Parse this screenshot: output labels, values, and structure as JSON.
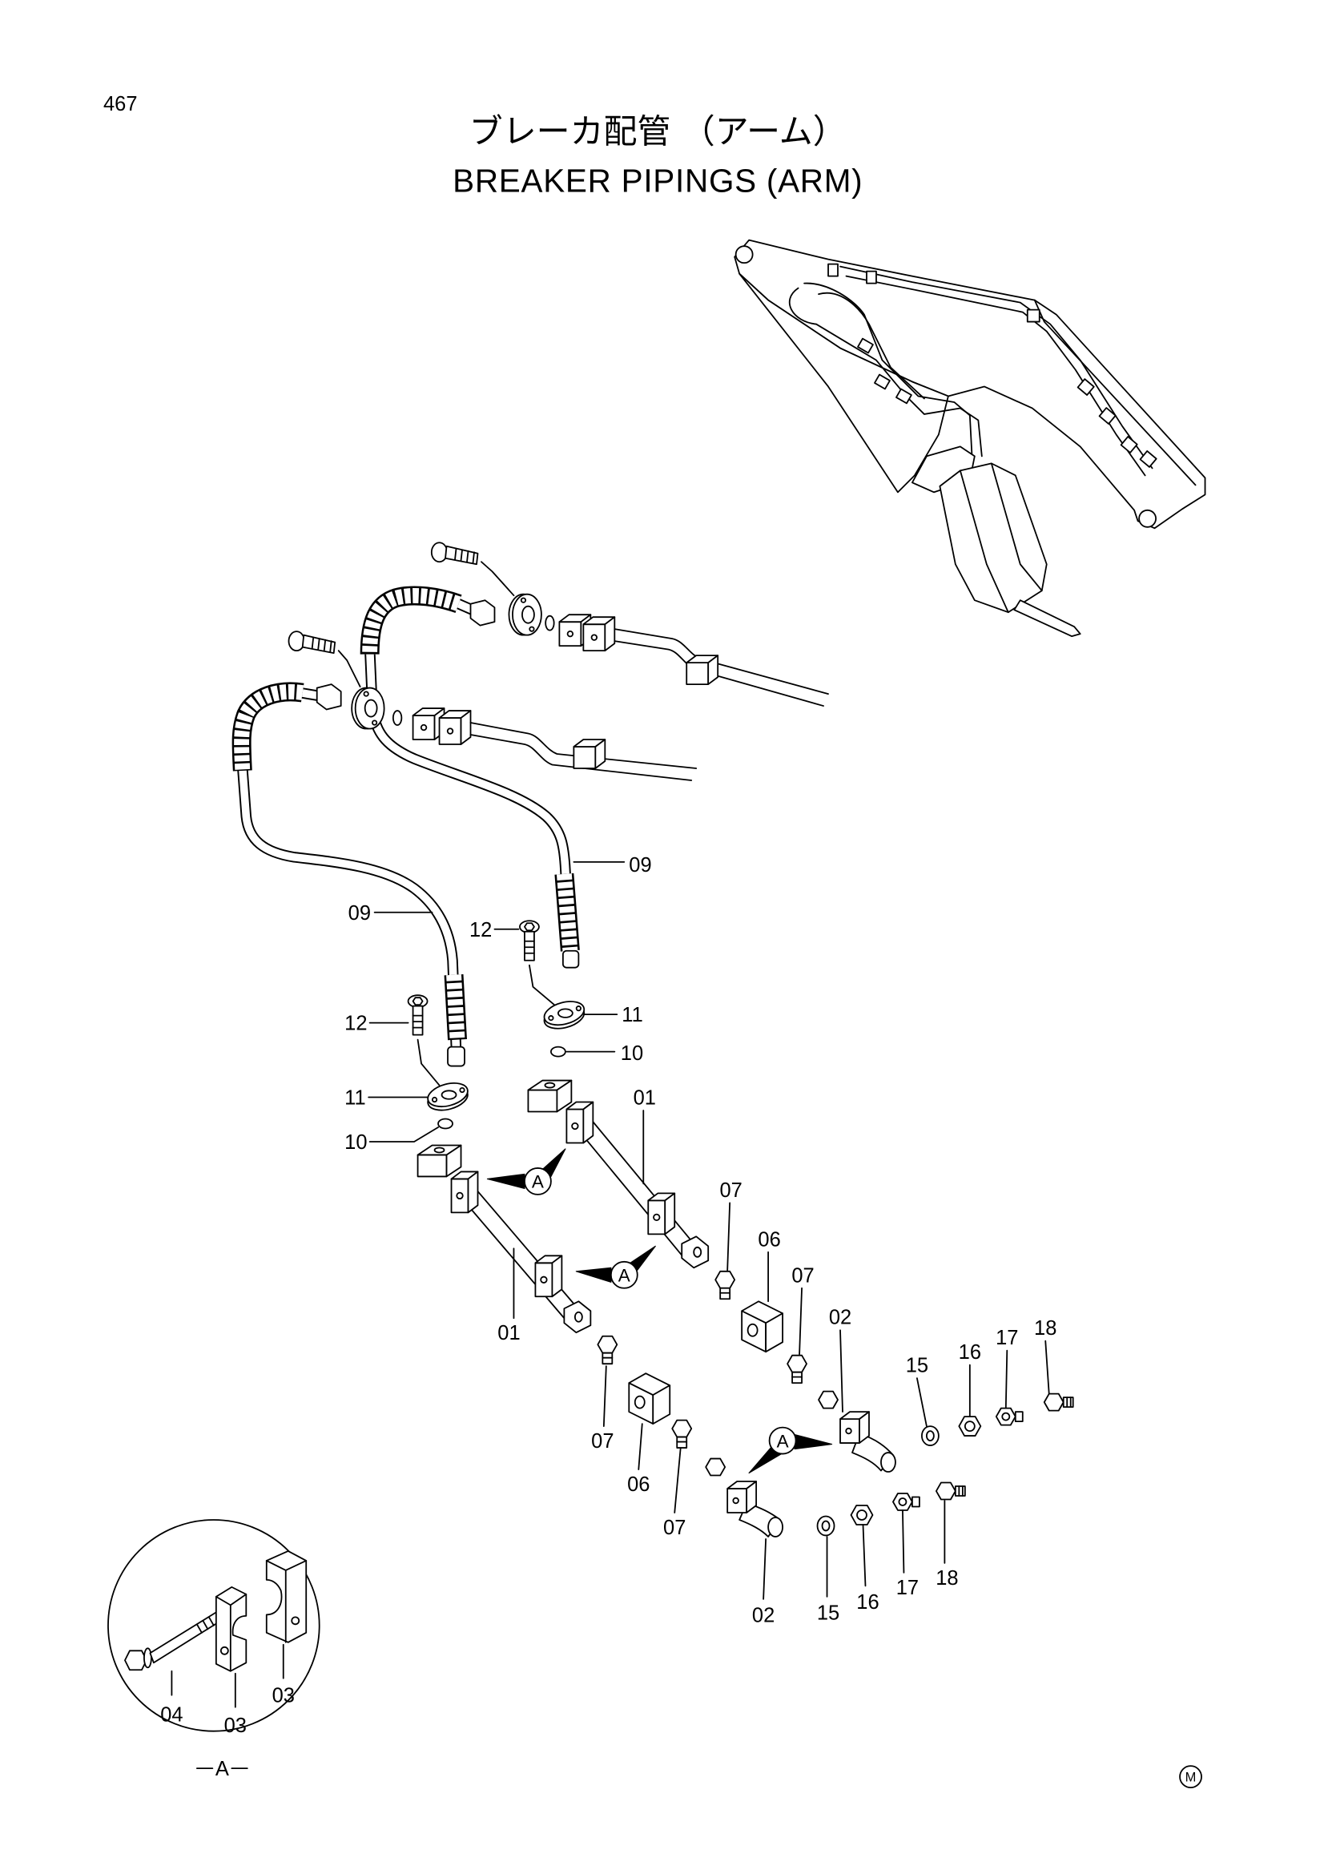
{
  "page": {
    "number": "467",
    "title_ja": "ブレーカ配管 （アーム）",
    "title_en": "BREAKER PIPINGS (ARM)",
    "maker_mark": "M"
  },
  "callouts": {
    "hoses": [
      "09",
      "09"
    ],
    "bolts": [
      "12",
      "12"
    ],
    "flanges": [
      "11",
      "11"
    ],
    "o_rings": [
      "10",
      "10"
    ],
    "pipes": [
      "01",
      "01"
    ],
    "right_chain": [
      "07",
      "06",
      "07",
      "02",
      "15",
      "16",
      "17",
      "18"
    ],
    "left_chain": [
      "07",
      "06",
      "07",
      "02",
      "15",
      "16",
      "17",
      "18"
    ]
  },
  "view_markers": [
    "A",
    "A",
    "A"
  ],
  "detail_view": {
    "label": "A",
    "callouts": [
      "04",
      "03",
      "03"
    ]
  }
}
